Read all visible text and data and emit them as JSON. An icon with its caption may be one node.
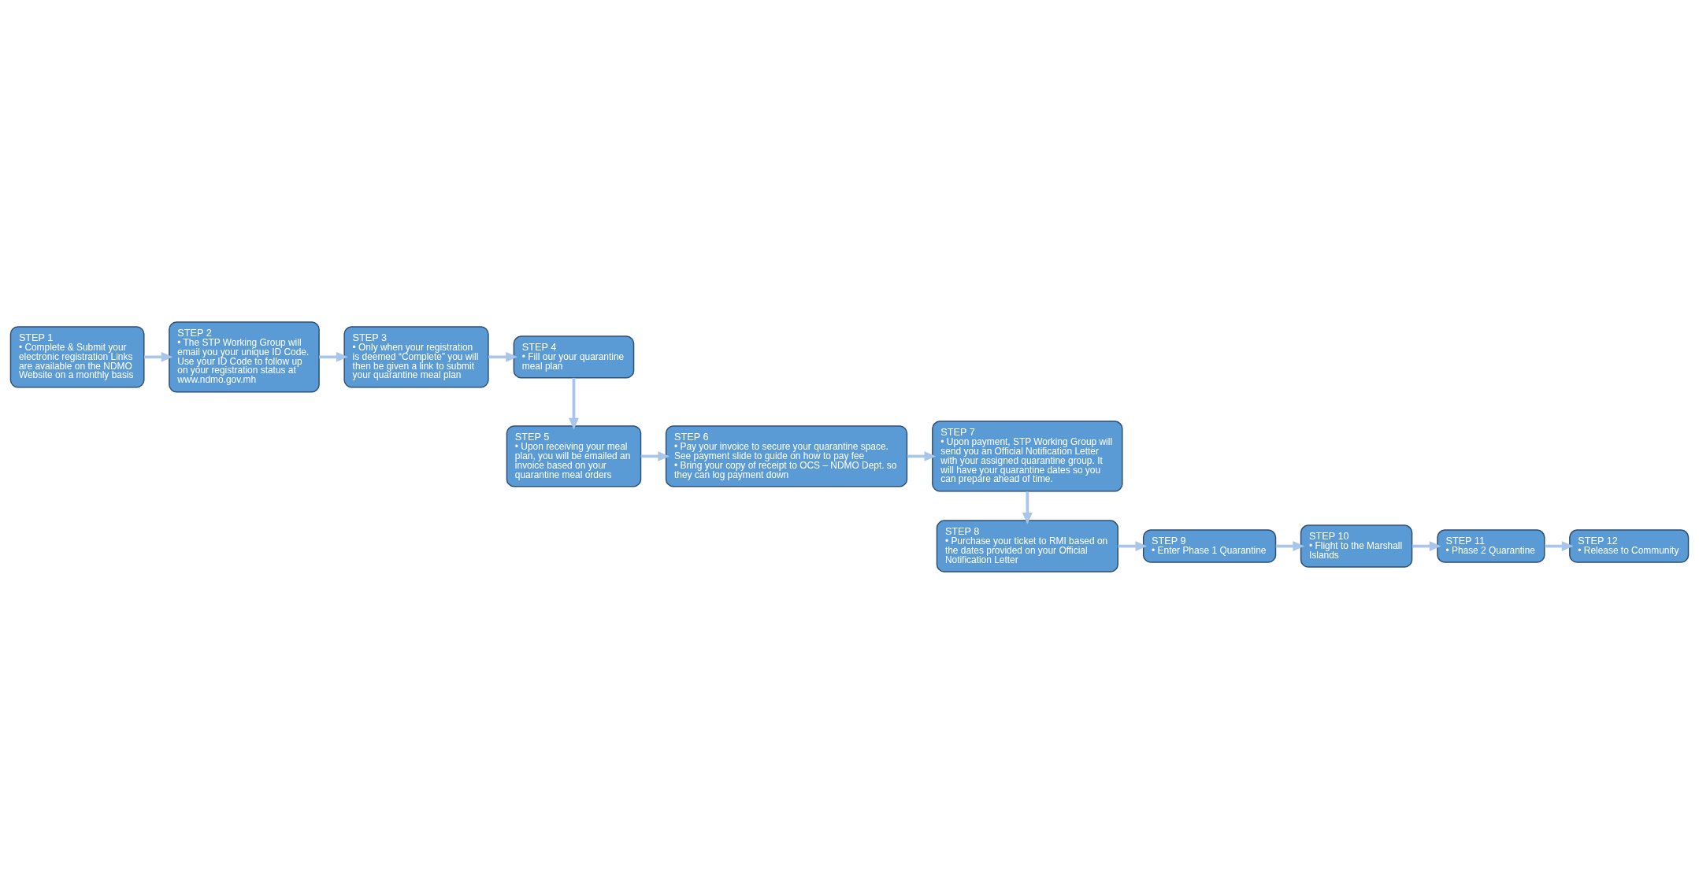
{
  "diagram": {
    "nodes": [
      {
        "text": [
          "STEP 1",
          "• Complete & Submit your electronic registration Links are available on the NDMO Website on a monthly basis"
        ]
      },
      {
        "text": [
          "STEP 2",
          "• The STP Working Group will email you your unique ID Code. Use your ID Code to follow up on your registration status at www.ndmo.gov.mh"
        ]
      },
      {
        "text": [
          "STEP 3",
          "• Only when your registration is deemed “Complete” you will then be given a link to submit your quarantine meal plan"
        ]
      },
      {
        "text": [
          "STEP 4",
          "• Fill our your quarantine meal plan"
        ]
      },
      {
        "text": [
          "STEP 5",
          "• Upon receiving your meal plan, you will be emailed an invoice based on your quarantine meal orders"
        ]
      },
      {
        "text": [
          "STEP 6",
          "• Pay your invoice to secure your quarantine space. See payment slide to guide on how to pay fee",
          "• Bring your copy of receipt to OCS – NDMO Dept. so they can log payment down"
        ]
      },
      {
        "text": [
          "STEP 7",
          "• Upon payment, STP Working Group will send you an Official Notification Letter with your assigned quarantine group. It will have your quarantine dates so you can prepare ahead of time."
        ]
      },
      {
        "text": [
          "STEP 8",
          "• Purchase your ticket to RMI based on the dates provided on your Official Notification Letter"
        ]
      },
      {
        "text": [
          "STEP 9",
          "• Enter Phase 1 Quarantine"
        ]
      },
      {
        "text": [
          "STEP 10",
          "• Flight to the Marshall Islands"
        ]
      },
      {
        "text": [
          "STEP 11",
          "• Phase 2 Quarantine"
        ]
      },
      {
        "text": [
          "STEP 12",
          "• Release to Community"
        ]
      }
    ],
    "edges": [
      {
        "from": 0,
        "to": 1,
        "arrow": "to"
      },
      {
        "from": 1,
        "to": 2,
        "arrow": "to"
      },
      {
        "from": 2,
        "to": 3,
        "arrow": "to"
      },
      {
        "from": 3,
        "to": 4,
        "arrow": "to"
      },
      {
        "from": 4,
        "to": 5,
        "arrow": "to"
      },
      {
        "from": 5,
        "to": 6,
        "arrow": "to"
      },
      {
        "from": 6,
        "to": 7,
        "arrow": "to"
      },
      {
        "from": 7,
        "to": 8,
        "arrow": "to"
      },
      {
        "from": 8,
        "to": 9,
        "arrow": "to"
      },
      {
        "from": 9,
        "to": 10,
        "arrow": "to"
      },
      {
        "from": 10,
        "to": 11,
        "arrow": "to"
      }
    ]
  }
}
